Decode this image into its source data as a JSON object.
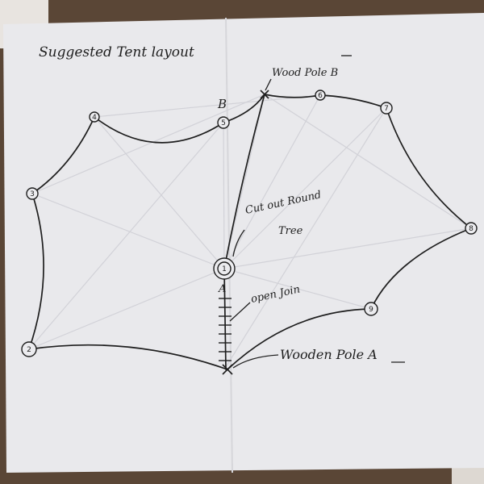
{
  "title": "Suggested Tent layout",
  "labels": {
    "pole_b": "Wood Pole B",
    "pole_b_letter": "B",
    "cutout": "Cut out Round",
    "cutout_line2": "Tree",
    "center_letter": "A",
    "open_join": "open Join",
    "pole_a": "Wooden Pole A"
  },
  "anchors": {
    "n1": "1",
    "n2": "2",
    "n3": "3",
    "n4": "4",
    "n5": "5",
    "n6": "6",
    "n7": "7",
    "n8": "8",
    "n9": "9"
  },
  "colors": {
    "paper": "#e9e9ec",
    "ink": "#1e1e1e",
    "background": "#5a4636"
  }
}
